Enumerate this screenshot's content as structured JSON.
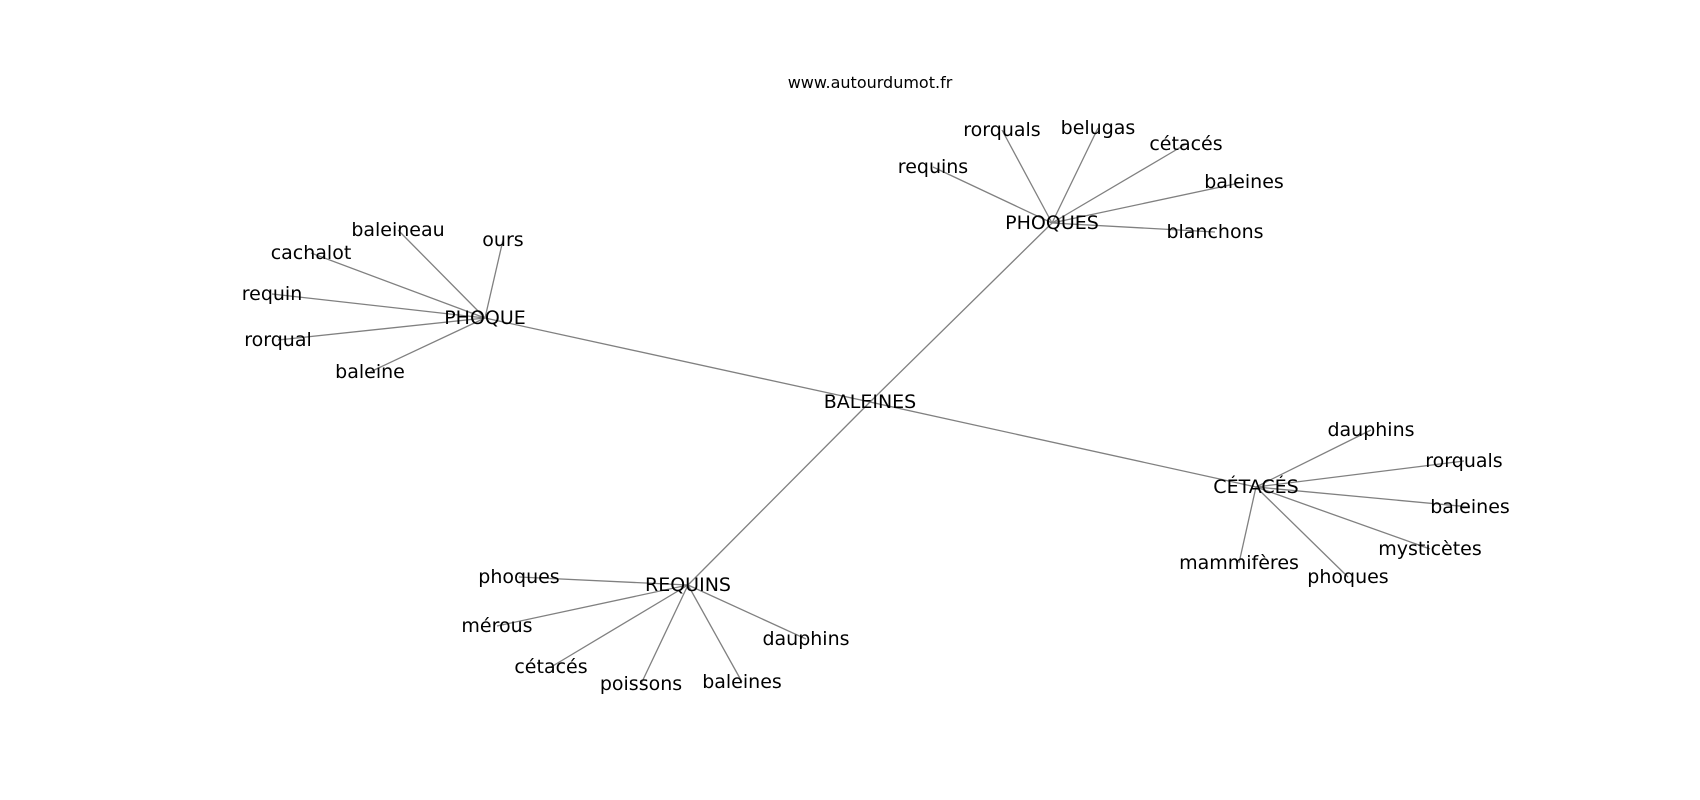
{
  "header": {
    "site": "www.autourdumot.fr"
  },
  "graph": {
    "center": "BALEINES",
    "hubs": [
      {
        "label": "PHOQUES",
        "leaves": [
          "requins",
          "rorquals",
          "belugas",
          "cétacés",
          "baleines",
          "blanchons"
        ]
      },
      {
        "label": "PHOQUE",
        "leaves": [
          "baleineau",
          "ours",
          "cachalot",
          "requin",
          "rorqual",
          "baleine"
        ]
      },
      {
        "label": "CÉTACÉS",
        "leaves": [
          "dauphins",
          "rorquals",
          "baleines",
          "mysticètes",
          "phoques",
          "mammifères"
        ]
      },
      {
        "label": "REQUINS",
        "leaves": [
          "phoques",
          "mérous",
          "cétacés",
          "poissons",
          "baleines",
          "dauphins"
        ]
      }
    ]
  }
}
